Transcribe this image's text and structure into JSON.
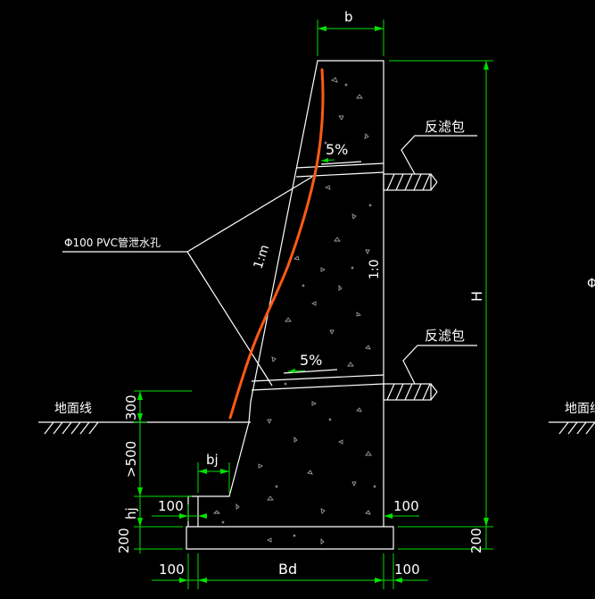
{
  "labels": {
    "filter_pack_top": "反滤包",
    "filter_pack_bottom": "反滤包",
    "pipe_note": "Φ100 PVC管泄水孔",
    "ground_line": "地面线",
    "ground_line_right": "地面线",
    "partial_phi_right": "Φ",
    "slope_front": "1:m",
    "slope_back": "1:0",
    "slope_pct_top": "5%",
    "slope_pct_bottom": "5%"
  },
  "dims": {
    "b": "b",
    "H": "H",
    "d300": "300",
    "d500": ">500",
    "hj": "hj",
    "bj": "bj",
    "d100_left": "100",
    "d100_right": "100",
    "d200_left": "200",
    "d200_right": "200",
    "d100_bottom_left": "100",
    "d100_bottom_right": "100",
    "Bd": "Bd"
  },
  "colors": {
    "background": "#000000",
    "lines": "#ffffff",
    "dimensions": "#00e000",
    "annotation_curve": "#ff5a14"
  }
}
